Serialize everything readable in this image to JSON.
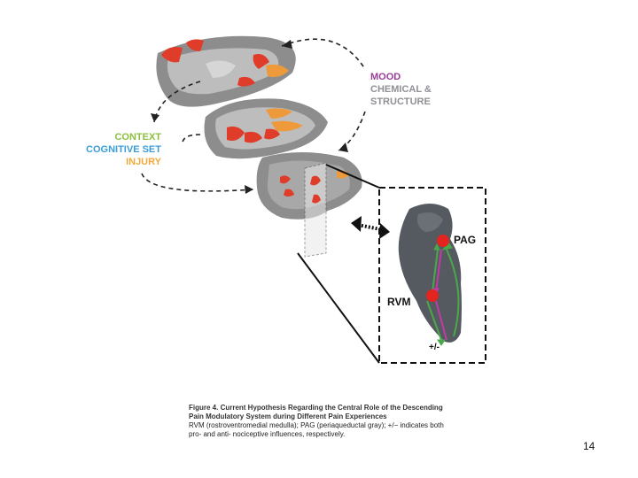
{
  "labels": {
    "mood": "MOOD",
    "chemical": "CHEMICAL &",
    "structure": "STRUCTURE",
    "context": "CONTEXT",
    "cognitive_set": "COGNITIVE SET",
    "injury": "INJURY",
    "pag": "PAG",
    "rvm": "RVM",
    "plus_minus": "+/-"
  },
  "colors": {
    "mood": "#9b3c9a",
    "chemical_structure": "#8f8f96",
    "context": "#8cbf3f",
    "cognitive_set": "#3b9ed8",
    "injury": "#f2a93b",
    "activation_red": "#e03c2a",
    "activation_orange": "#ee9a3a",
    "arrow_green": "#4aa84a",
    "arrow_magenta": "#c23aa8",
    "node_red": "#e3241f"
  },
  "caption": {
    "title": "Figure 4. Current Hypothesis Regarding the Central Role of the Descending Pain Modulatory System during Different Pain Experiences",
    "body": "RVM (rostroventromedial medulla); PAG (periaqueductal gray); +/− indicates both pro- and anti- nociceptive influences, respectively."
  },
  "page_number": "14"
}
